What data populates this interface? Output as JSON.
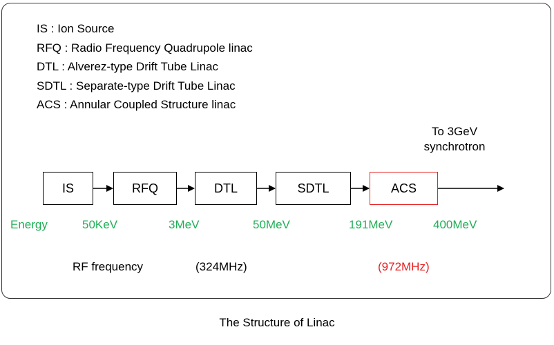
{
  "legend": [
    "IS : Ion Source",
    "RFQ : Radio Frequency Quadrupole linac",
    "DTL : Alverez-type Drift Tube Linac",
    "SDTL : Separate-type Drift Tube Linac",
    "ACS : Annular Coupled Structure linac"
  ],
  "destination": {
    "line1": "To 3GeV",
    "line2": "synchrotron"
  },
  "stages": [
    {
      "label": "IS"
    },
    {
      "label": "RFQ"
    },
    {
      "label": "DTL"
    },
    {
      "label": "SDTL"
    },
    {
      "label": "ACS"
    }
  ],
  "energy": {
    "label": "Energy",
    "values": [
      "50KeV",
      "3MeV",
      "50MeV",
      "191MeV",
      "400MeV"
    ]
  },
  "rf": {
    "label": "RF frequency",
    "values": [
      "(324MHz)",
      "(972MHz)"
    ]
  },
  "caption": "The Structure of Linac",
  "colors": {
    "energy": "#1fae55",
    "accent": "#e62020",
    "border": "#333333"
  }
}
